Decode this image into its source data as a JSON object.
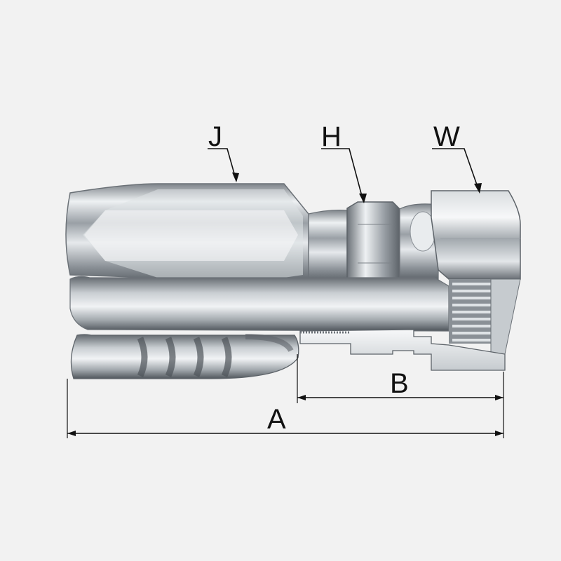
{
  "labels": {
    "J": "J",
    "H": "H",
    "W": "W",
    "A": "A",
    "B": "B"
  },
  "colors": {
    "background": "#f2f2f2",
    "metal_light": "#f4f6f8",
    "metal_mid": "#b9bec3",
    "metal_dark": "#5f656b",
    "line": "#222222"
  }
}
